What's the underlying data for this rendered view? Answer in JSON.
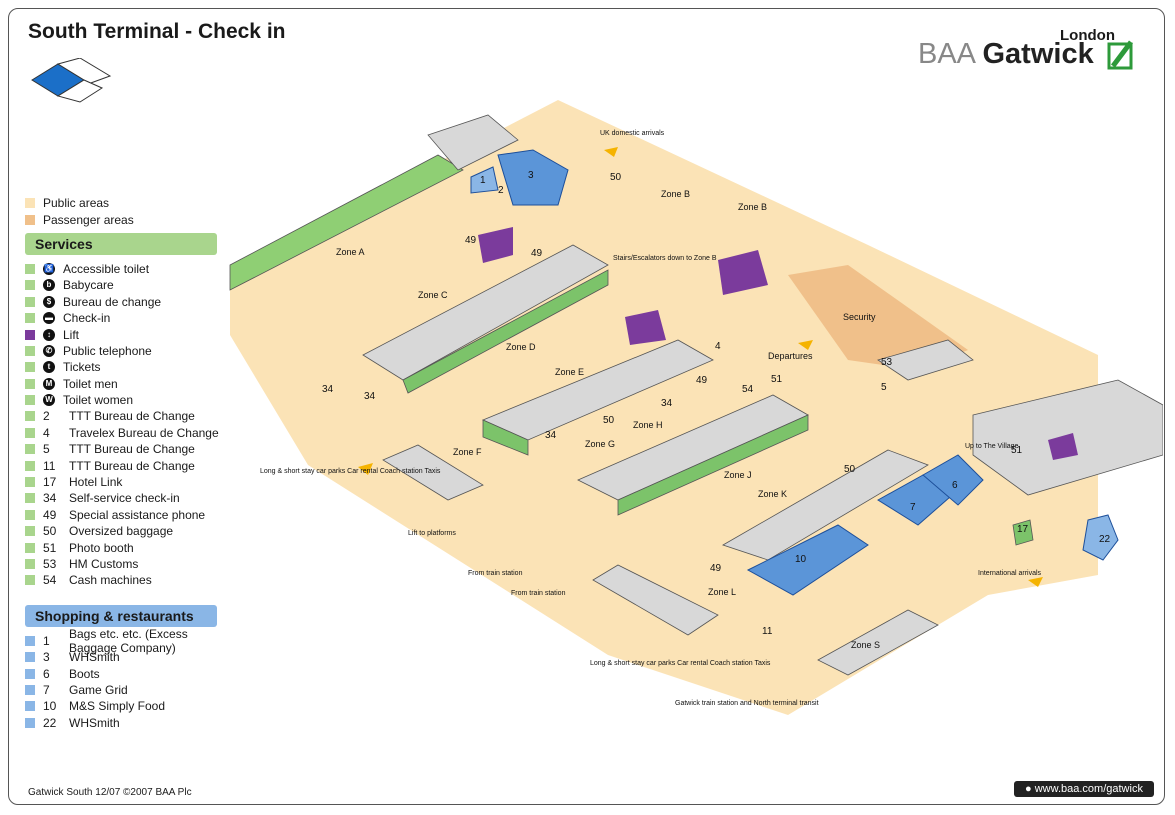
{
  "title": "South Terminal - Check in",
  "brand": {
    "city": "London",
    "name_a": "BAA",
    "name_b": "Gatwick"
  },
  "legend": {
    "areas": [
      {
        "label": "Public areas",
        "color": "#fbe3b6"
      },
      {
        "label": "Passenger areas",
        "color": "#f0c08a"
      }
    ],
    "services_title": "Services",
    "services": [
      {
        "label": "Accessible toilet",
        "icon": "accessible-toilet-icon",
        "glyph": "♿"
      },
      {
        "label": "Babycare",
        "icon": "babycare-icon",
        "glyph": "b"
      },
      {
        "label": "Bureau de change",
        "icon": "bureau-de-change-icon",
        "glyph": "$"
      },
      {
        "label": "Check-in",
        "icon": "check-in-icon",
        "glyph": "▬"
      },
      {
        "label": "Lift",
        "icon": "lift-icon",
        "glyph": "↕",
        "purple": true
      },
      {
        "label": "Public telephone",
        "icon": "telephone-icon",
        "glyph": "✆"
      },
      {
        "label": "Tickets",
        "icon": "tickets-icon",
        "glyph": "t"
      },
      {
        "label": "Toilet men",
        "icon": "toilet-men-icon",
        "glyph": "M"
      },
      {
        "label": "Toilet women",
        "icon": "toilet-women-icon",
        "glyph": "W"
      }
    ],
    "numbered_services": [
      {
        "num": "2",
        "label": "TTT Bureau de Change"
      },
      {
        "num": "4",
        "label": "Travelex Bureau de Change"
      },
      {
        "num": "5",
        "label": "TTT Bureau de Change"
      },
      {
        "num": "11",
        "label": "TTT Bureau de Change"
      },
      {
        "num": "17",
        "label": "Hotel Link"
      },
      {
        "num": "34",
        "label": "Self-service check-in"
      },
      {
        "num": "49",
        "label": "Special assistance phone"
      },
      {
        "num": "50",
        "label": "Oversized baggage"
      },
      {
        "num": "51",
        "label": "Photo booth"
      },
      {
        "num": "53",
        "label": "HM Customs"
      },
      {
        "num": "54",
        "label": "Cash machines"
      }
    ],
    "shops_title": "Shopping & restaurants",
    "shops": [
      {
        "num": "1",
        "label": "Bags etc. etc. (Excess Baggage Company)"
      },
      {
        "num": "3",
        "label": "WHSmith"
      },
      {
        "num": "6",
        "label": "Boots"
      },
      {
        "num": "7",
        "label": "Game Grid"
      },
      {
        "num": "10",
        "label": "M&S Simply Food"
      },
      {
        "num": "22",
        "label": "WHSmith"
      }
    ]
  },
  "map": {
    "zones": [
      "Zone A",
      "Zone B",
      "Zone B",
      "Zone C",
      "Zone D",
      "Zone E",
      "Zone F",
      "Zone G",
      "Zone H",
      "Zone J",
      "Zone K",
      "Zone L",
      "Zone S"
    ],
    "places": {
      "security": "Security",
      "departures": "Departures",
      "uk_domestic": "UK domestic arrivals",
      "stairs": "Stairs/Escalators down to Zone B",
      "up_to_village": "Up to The Village",
      "international": "International arrivals",
      "car_parks_1": "Long & short stay car parks Car rental Coach station Taxis",
      "car_parks_2": "Long & short stay car parks Car rental Coach station Taxis",
      "lift_platforms": "Lift to platforms",
      "from_train_1": "From train station",
      "from_train_2": "From train station",
      "gatwick_train": "Gatwick train station and North terminal transit"
    },
    "numbers": [
      "1",
      "2",
      "3",
      "50",
      "49",
      "49",
      "4",
      "49",
      "54",
      "51",
      "34",
      "34",
      "34",
      "50",
      "34",
      "53",
      "5",
      "51",
      "50",
      "7",
      "6",
      "10",
      "49",
      "17",
      "22",
      "11"
    ]
  },
  "footer": {
    "credit": "Gatwick South 12/07 ©2007 BAA Plc",
    "url": "www.baa.com/gatwick"
  },
  "colors": {
    "public": "#fbe3b6",
    "passenger": "#f0c08a",
    "services": "#a9d58d",
    "shops": "#8ab6e6",
    "building": "#d8d8d8",
    "green": "#7cc36a",
    "blue": "#5b95d8",
    "lift": "#7b3b9c"
  }
}
